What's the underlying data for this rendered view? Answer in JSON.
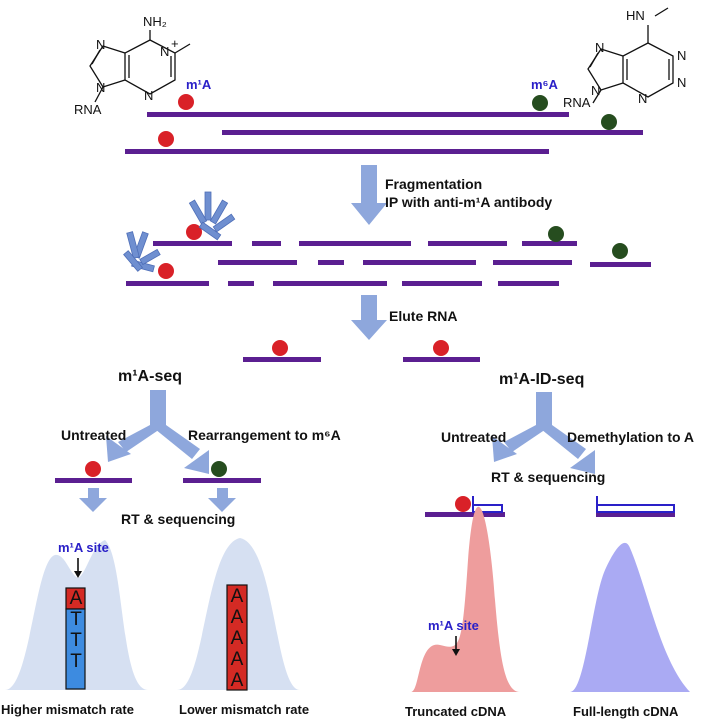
{
  "labels": {
    "m1a_top": "m¹A",
    "m6a_top": "m⁶A",
    "rna_left": "RNA",
    "rna_right": "RNA",
    "nh2": "NH₂",
    "hn": "HN",
    "plus": "+",
    "step1_line1": "Fragmentation",
    "step1_line2": "IP with anti-m¹A antibody",
    "step2": "Elute RNA",
    "m1a_seq": "m¹A-seq",
    "m1a_id_seq": "m¹A-ID-seq",
    "untreated_left": "Untreated",
    "rearrangement": "Rearrangement to m⁶A",
    "untreated_right": "Untreated",
    "demethylation": "Demethylation to A",
    "rt_seq_left": "RT & sequencing",
    "rt_seq_right": "RT & sequencing",
    "m1a_site_left": "m¹A site",
    "m1a_site_right": "m¹A site",
    "higher_mismatch": "Higher mismatch rate",
    "lower_mismatch": "Lower mismatch rate",
    "truncated": "Truncated cDNA",
    "full_length": "Full-length cDNA"
  },
  "bases": {
    "left_stack": [
      "A",
      "T",
      "T",
      "T"
    ],
    "right_stack": [
      "A",
      "A",
      "A",
      "A",
      "A"
    ]
  },
  "colors": {
    "rna_strand": "#5b1f91",
    "m1a_dot": "#d92128",
    "m6a_dot": "#264d1f",
    "antibody": "#6f8fd0",
    "arrow": "#8ea7dc",
    "peak_blue": "#d6e0f2",
    "peak_pink": "#ee9d9d",
    "peak_violet": "#aaaaf3",
    "label_blue": "#2a20c8",
    "base_red": "#d42a24",
    "base_blue": "#3d8be0"
  }
}
